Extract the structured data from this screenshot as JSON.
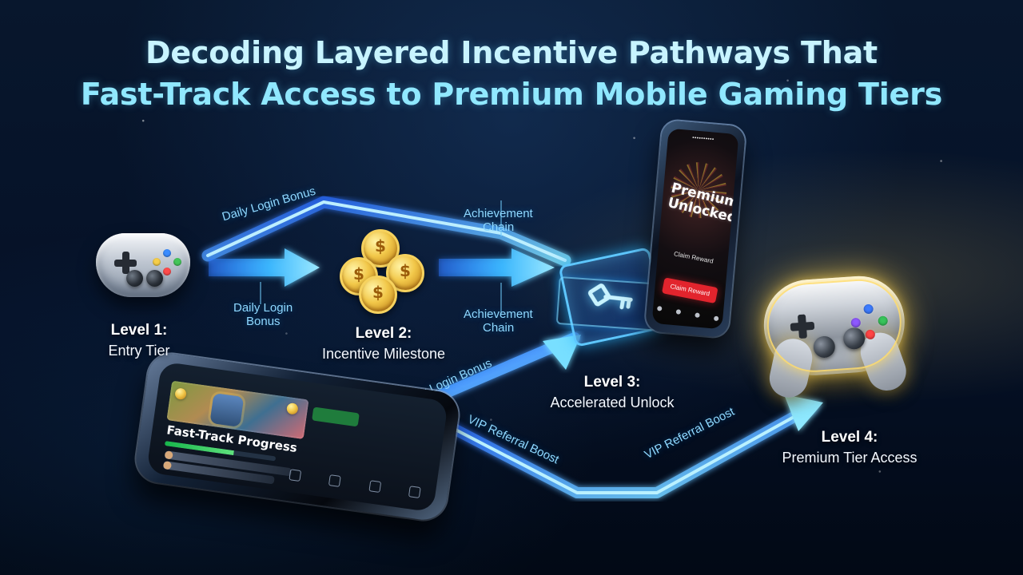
{
  "title": {
    "line1": "Decoding Layered Incentive Pathways That",
    "line2": "Fast-Track Access to Premium Mobile Gaming Tiers"
  },
  "route_labels": {
    "daily_login_top": "Daily Login Bonus",
    "daily_login_mid_line1": "Daily Login",
    "daily_login_mid_line2": "Bonus",
    "achievement_top_line1": "Achievement",
    "achievement_top_line2": "Chain",
    "achievement_bottom_line1": "Achievement",
    "achievement_bottom_line2": "Chain",
    "daily_login_lower": "Daily Login Bonus",
    "vip_referral_left": "VIP Referral Boost",
    "vip_referral_right": "VIP Referral Boost"
  },
  "levels": [
    {
      "title": "Level 1:",
      "subtitle": "Entry Tier"
    },
    {
      "title": "Level 2:",
      "subtitle": "Incentive Milestone"
    },
    {
      "title": "Level 3:",
      "subtitle": "Accelerated Unlock"
    },
    {
      "title": "Level 4:",
      "subtitle": "Premium Tier Access"
    }
  ],
  "phone_top": {
    "premium_line1": "Premium",
    "premium_line2": "Unlocked",
    "claim_label": "Claim Reward",
    "claim_button": "Claim Reward"
  },
  "phone_bottom": {
    "heading": "Fast-Track Progress",
    "progress_fraction": 0.62
  },
  "colors": {
    "accent_blue": "#5ec7ff",
    "gold": "#f2c84a",
    "alert_red": "#e2242d",
    "green": "#17b54b"
  },
  "icons": {
    "coin_symbol": "$",
    "controller_left": "gamepad-icon",
    "coins": "coin-stack-icon",
    "key_card": "digital-key-icon",
    "premium_controller": "premium-gamepad-icon"
  }
}
